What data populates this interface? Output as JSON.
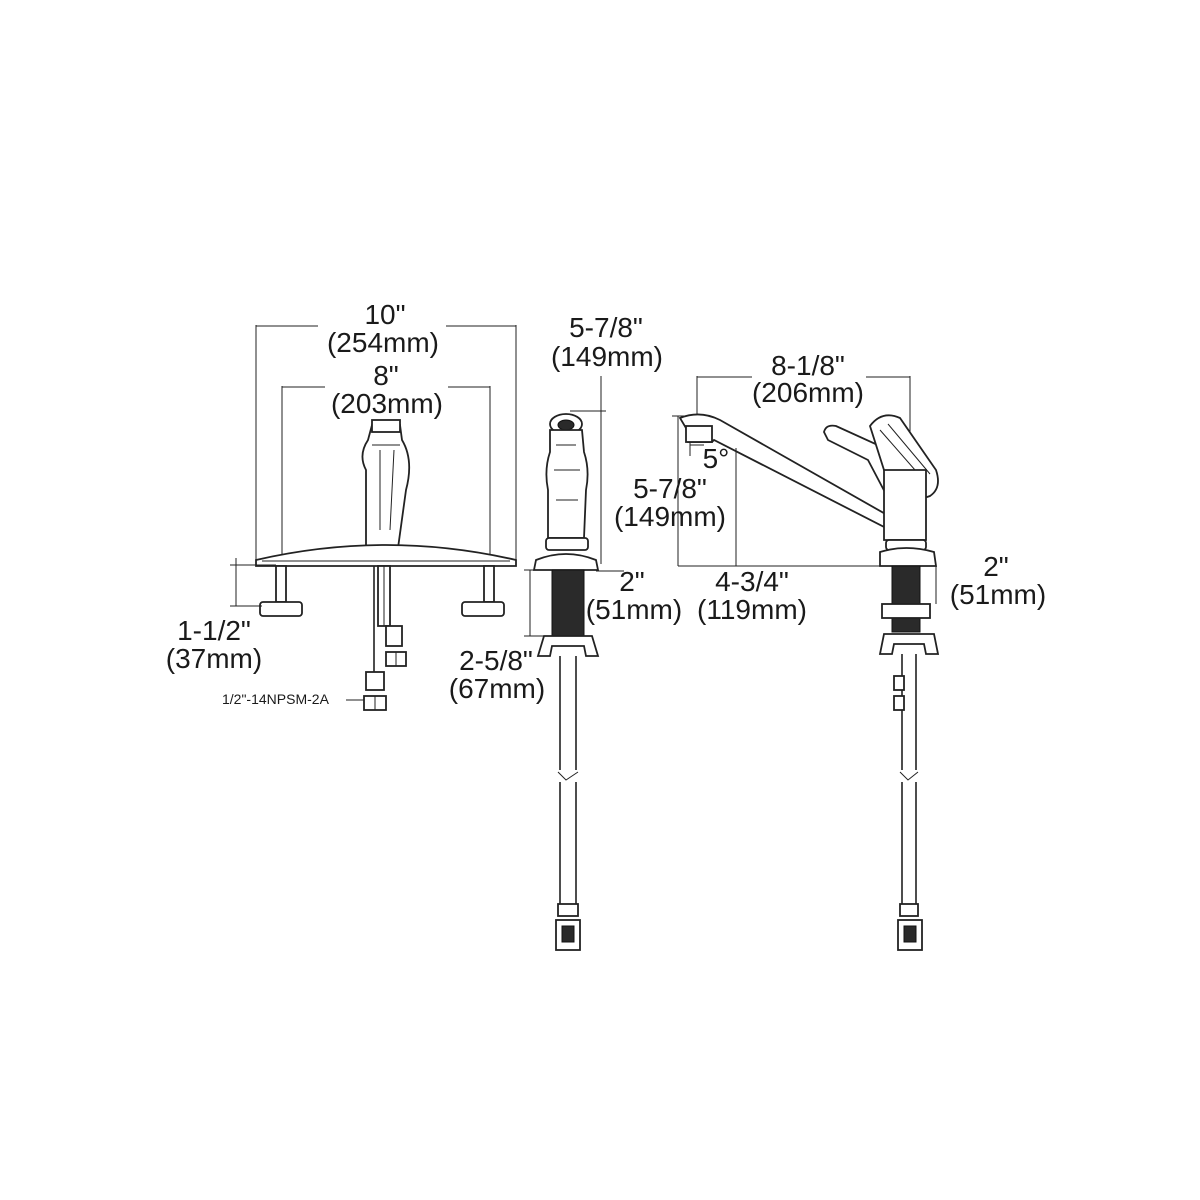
{
  "front_view": {
    "overall_width": {
      "in": "10\"",
      "mm": "(254mm)"
    },
    "center_width": {
      "in": "8\"",
      "mm": "(203mm)"
    },
    "deck_height": {
      "in": "1-1/2\"",
      "mm": "(37mm)"
    },
    "connection": "1/2\"-14NPSM-2A"
  },
  "sprayer_view": {
    "height": {
      "in": "5-7/8\"",
      "mm": "(149mm)"
    },
    "base": {
      "in": "2\"",
      "mm": "(51mm)"
    },
    "shank": {
      "in": "2-5/8\"",
      "mm": "(67mm)"
    }
  },
  "side_view": {
    "spout_reach": {
      "in": "8-1/8\"",
      "mm": "(206mm)"
    },
    "spout_angle": "5°",
    "spout_height": {
      "in": "5-7/8\"",
      "mm": "(149mm)"
    },
    "offset": {
      "in": "4-3/4\"",
      "mm": "(119mm)"
    },
    "base": {
      "in": "2\"",
      "mm": "(51mm)"
    }
  }
}
